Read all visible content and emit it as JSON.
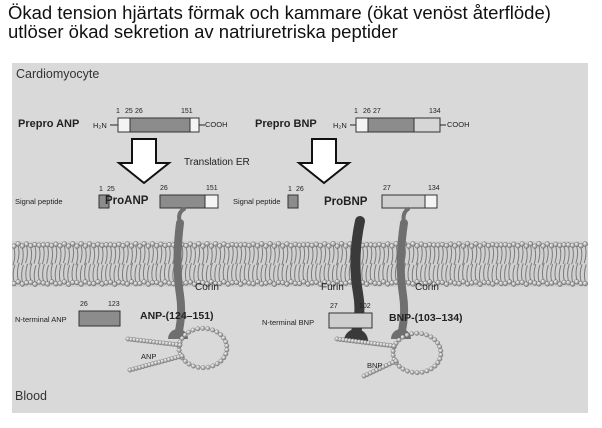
{
  "slide": {
    "title_line1": "Ökad tension hjärtats förmak och kammare (ökat venöst återflöde)",
    "title_line2": "utlöser ökad sekretion av natriuretriska peptider"
  },
  "diagram": {
    "region_top": "Cardiomyocyte",
    "region_bottom": "Blood",
    "anp": {
      "prepro_label": "Prepro ANP",
      "h2n": "H₂N",
      "cooh": "COOH",
      "prepro_nums": [
        "1",
        "25",
        "26",
        "151"
      ],
      "signal_label": "Signal peptide",
      "signal_nums": [
        "1",
        "25"
      ],
      "pro_label": "ProANP",
      "pro_nums": [
        "26",
        "151"
      ],
      "enzyme": "Corin",
      "nterm_label": "N-terminal ANP",
      "nterm_nums": [
        "26",
        "123"
      ],
      "fragment_label": "ANP-(124–151)",
      "peptide_label": "ANP"
    },
    "bnp": {
      "prepro_label": "Prepro BNP",
      "h2n": "H₂N",
      "cooh": "COOH",
      "prepro_nums": [
        "1",
        "26",
        "27",
        "134"
      ],
      "signal_label": "Signal peptide",
      "signal_nums": [
        "1",
        "26"
      ],
      "pro_label": "ProBNP",
      "pro_nums": [
        "27",
        "134"
      ],
      "enzyme1": "Furin",
      "enzyme2": "Corin",
      "nterm_label": "N-terminal BNP",
      "nterm_nums": [
        "27",
        "102"
      ],
      "fragment_label": "BNP-(103–134)",
      "peptide_label": "BNP"
    },
    "translation_label": "Translation ER"
  }
}
